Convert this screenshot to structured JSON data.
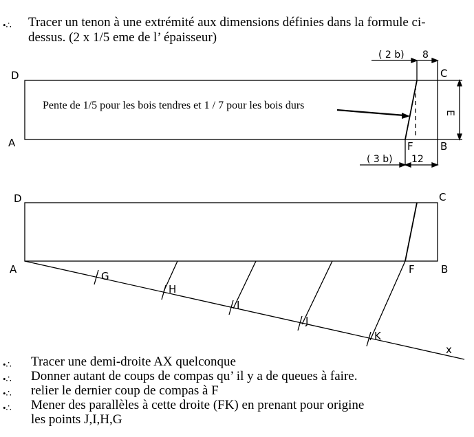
{
  "intro": {
    "bullet": "•∴",
    "line1": "Tracer un tenon à une extrémité aux dimensions définies dans la formule ci-",
    "line2": "dessus. (2 x 1/5 eme de l’ épaisseur)"
  },
  "diagram1": {
    "labels": {
      "D": "D",
      "A": "A",
      "C": "C",
      "B": "B",
      "F": "F"
    },
    "dims": {
      "top": "( 2 b)",
      "top_right": "8",
      "bottom": "( 3 b)",
      "bottom_right": "12",
      "side": "E"
    },
    "note": "Pente de 1/5 pour les bois tendres et 1 / 7 pour les bois durs"
  },
  "diagram2": {
    "labels": {
      "D": "D",
      "C": "C",
      "A": "A",
      "F": "F",
      "B": "B",
      "X": "x"
    },
    "points": [
      "G",
      "H",
      "I",
      "J",
      "K"
    ]
  },
  "steps": [
    {
      "bullet": "•∴",
      "text": "Tracer une demi-droite AX quelconque"
    },
    {
      "bullet": "•∴",
      "text": "Donner  autant de coups de compas qu’ il y a de queues à faire."
    },
    {
      "bullet": "•∴",
      "text": "relier le dernier coup de compas à F"
    },
    {
      "bullet": "•∴",
      "text": "Mener des parallèles à cette droite (FK) en prenant pour origine"
    }
  ],
  "steps_continuation": "les points J,I,H,G"
}
